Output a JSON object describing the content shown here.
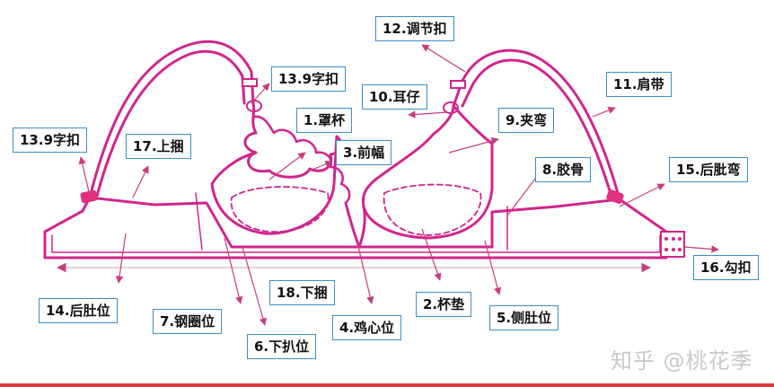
{
  "labels": {
    "l1": "1.罩杯",
    "l2": "2.杯垫",
    "l3": "3.前幅",
    "l5": "5.侧肚位",
    "l6": "6.下扒位",
    "l7": "7.钢圈位",
    "l8": "8.胶骨",
    "l9": "9.夹弯",
    "l10": "10.耳仔",
    "l11": "11.肩带",
    "l12": "12.调节扣",
    "l13a": "13.9字扣",
    "l13b": "13.9字扣",
    "l14": "14.后肚位",
    "l15": "15.后肶弯",
    "l16": "16.勾扣",
    "l17": "17.上捆",
    "l18": "18.下捆",
    "l4": "4.鸡心位"
  },
  "watermark": "知乎 @桃花季",
  "colors": {
    "outline": "#d0258e",
    "accent": "#e0307f",
    "arrow": "#c83c80",
    "label_border": "#3a8fc8"
  }
}
